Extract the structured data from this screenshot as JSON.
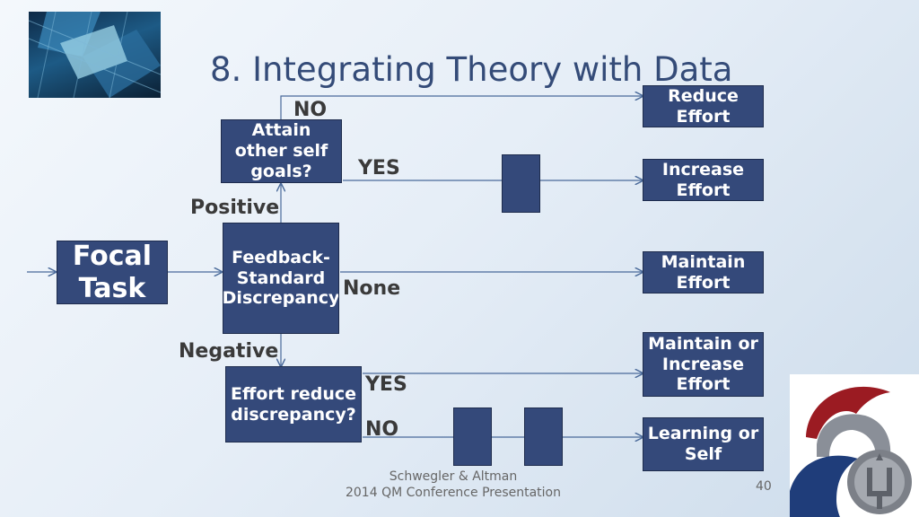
{
  "title": "8. Integrating Theory with Data",
  "boxes": {
    "focal_task": "Focal Task",
    "feedback": "Feedback-Standard Discrepancy",
    "attain": "Attain other self goals?",
    "effort_reduce": "Effort reduce discrepancy?",
    "reduce_effort": "Reduce Effort",
    "increase_effort": "Increase Effort",
    "maintain_effort": "Maintain Effort",
    "maintain_or_increase": "Maintain or Increase Effort",
    "learning": "Learning or Self"
  },
  "labels": {
    "no_top": "NO",
    "yes_top": "YES",
    "positive": "Positive",
    "none": "None",
    "negative": "Negative",
    "yes_bottom": "YES",
    "no_bottom": "NO"
  },
  "footer": {
    "line1": "Schwegler & Altman",
    "line2": "2014 QM Conference Presentation"
  },
  "page_number": "40",
  "colors": {
    "box_fill": "#34497a",
    "title": "#344b78",
    "arrow": "#4a6a9a"
  }
}
